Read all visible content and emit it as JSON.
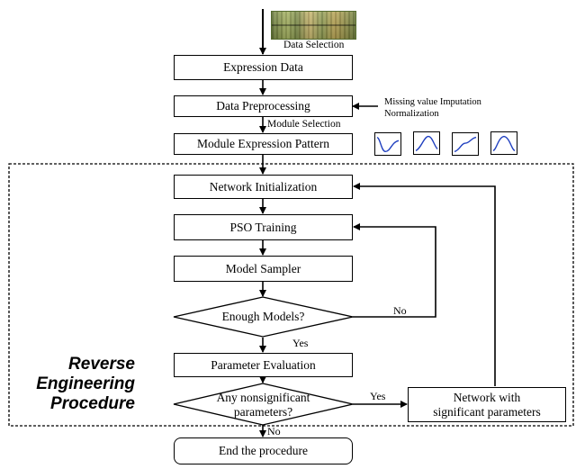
{
  "labels": {
    "data_selection": "Data Selection",
    "missing_value": "Missing value Imputation",
    "normalization": "Normalization",
    "module_selection": "Module Selection",
    "no_label_1": "No",
    "yes_label_1": "Yes",
    "yes_label_2": "Yes",
    "no_label_2": "No"
  },
  "nodes": {
    "expression_data": "Expression Data",
    "data_preprocessing": "Data Preprocessing",
    "module_expression_pattern": "Module Expression Pattern",
    "network_initialization": "Network Initialization",
    "pso_training": "PSO Training",
    "model_sampler": "Model Sampler",
    "enough_models": "Enough Models?",
    "parameter_evaluation": "Parameter Evaluation",
    "any_nonsignificant_line1": "Any nonsignificant",
    "any_nonsignificant_line2": "parameters?",
    "network_significant_line1": "Network with",
    "network_significant_line2": "significant parameters",
    "end_procedure": "End the procedure"
  },
  "region": {
    "line1": "Reverse",
    "line2": "Engineering",
    "line3": "Procedure"
  },
  "colors": {
    "line": "#000000",
    "curve": "#1f3fbf",
    "heatmap": "#8d9b50"
  },
  "icons": [
    "heatmap-image",
    "pattern-thumbnail-icon"
  ]
}
